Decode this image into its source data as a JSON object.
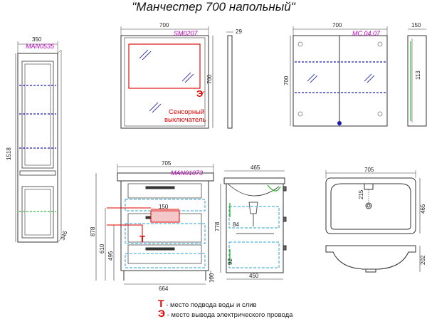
{
  "title": "\"Манчестер 700 напольный\"",
  "models": {
    "pencil_case": "MAN0535",
    "mirror": "SM0207",
    "cabinet": "MC.04.07",
    "vanity": "MAN01073"
  },
  "dimensions": {
    "pencil_width": "350",
    "pencil_height": "1518",
    "pencil_depth": "346",
    "mirror_width": "700",
    "mirror_height": "700",
    "mirror_depth": "29",
    "cabinet_width": "700",
    "cabinet_height": "700",
    "cabinet_depth": "150",
    "cabinet_shelf": "113",
    "vanity_width": "705",
    "vanity_height": "878",
    "vanity_h610": "610",
    "vanity_h495": "495",
    "vanity_bottom_width": "664",
    "vanity_leg": "100",
    "vanity_150": "150",
    "side_depth": "465",
    "side_height": "778",
    "side_84": "84",
    "side_92": "92",
    "side_bottom": "450",
    "sink_width": "705",
    "sink_depth": "465",
    "sink_215": "215",
    "sink_height": "202"
  },
  "sensor_label_line1": "Сенсорный",
  "sensor_label_line2": "выключатель",
  "marker_T": "T",
  "marker_E": "Э",
  "legend": [
    {
      "symbol": "T",
      "text": "- место подвода воды и слив"
    },
    {
      "symbol": "Э",
      "text": "- место вывода электрического провода"
    }
  ]
}
